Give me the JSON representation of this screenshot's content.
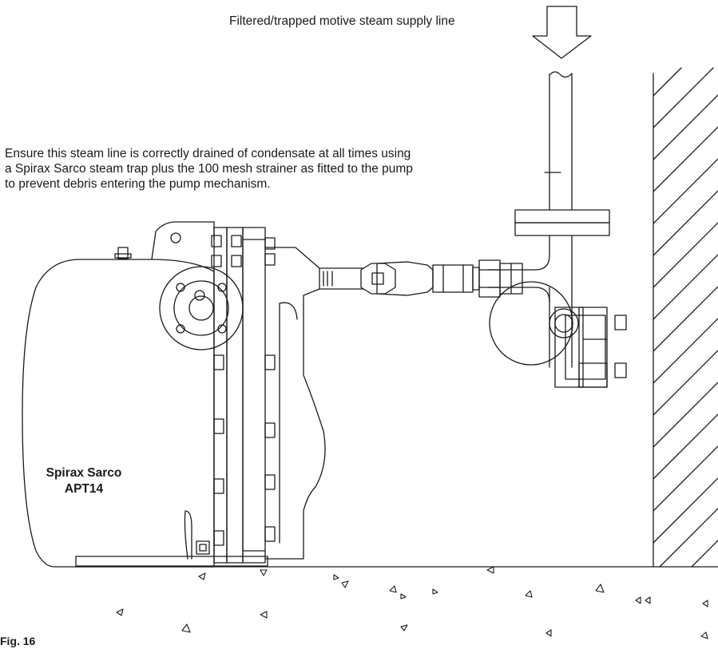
{
  "labels": {
    "supply_line": "Filtered/trapped motive steam supply line",
    "note_line_1": "Ensure this steam line is correctly drained of condensate at all times using",
    "note_line_2": "a Spirax Sarco steam trap plus the 100 mesh strainer as fitted to the pump",
    "note_line_3": "to prevent debris entering the pump mechanism.",
    "pump_brand": "Spirax Sarco",
    "pump_model": "APT14",
    "figure": "Fig. 16"
  }
}
